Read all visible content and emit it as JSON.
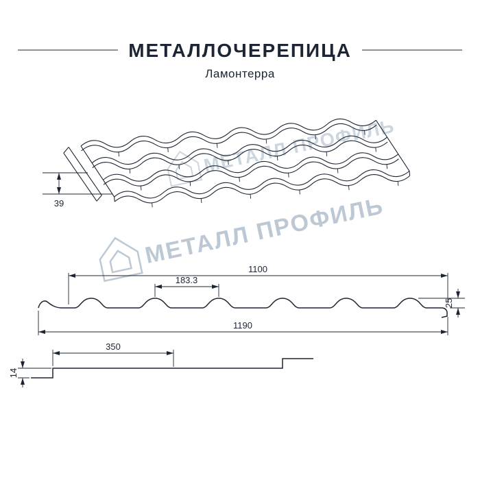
{
  "header": {
    "title": "МЕТАЛЛОЧЕРЕПИЦА",
    "subtitle": "Ламонтерра"
  },
  "watermark": {
    "brand": "МЕТАЛЛ ПРОФИЛЬ"
  },
  "views": {
    "perspective": {
      "edge_height": "39"
    },
    "cross_section": {
      "cover_width": "1100",
      "wave_pitch": "183.3",
      "profile_height": "25",
      "overall_width": "1190"
    },
    "longitudinal_step": {
      "module_length": "350",
      "step_height": "14"
    }
  },
  "colors": {
    "line": "#1d2433",
    "watermark": "#bcc9d4",
    "background": "#ffffff"
  }
}
